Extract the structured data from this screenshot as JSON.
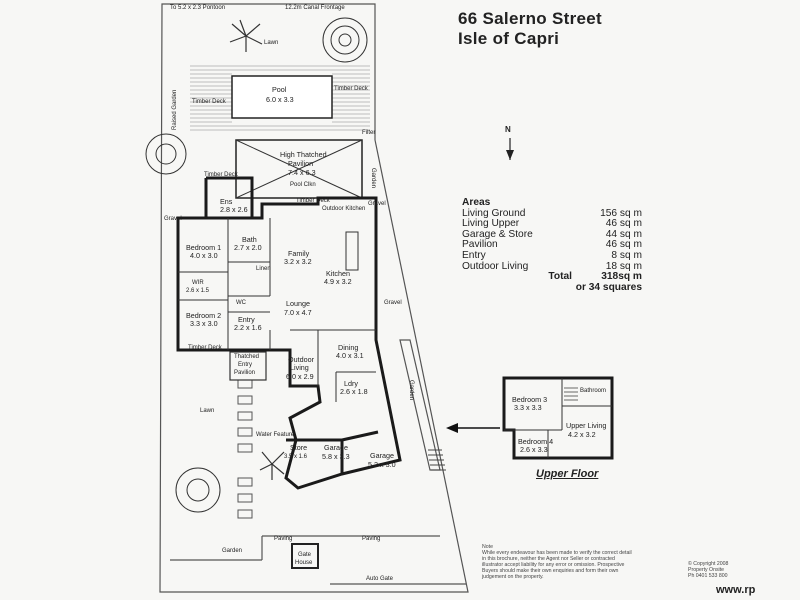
{
  "title": {
    "line1": "66 Salerno Street",
    "line2": "Isle of Capri"
  },
  "compass": {
    "label": "N"
  },
  "areas": {
    "heading": "Areas",
    "rows": [
      {
        "name": "Living Ground",
        "value": "156 sq m"
      },
      {
        "name": "Living Upper",
        "value": "46 sq m"
      },
      {
        "name": "Garage & Store",
        "value": "44 sq m"
      },
      {
        "name": "Pavilion",
        "value": "46 sq m"
      },
      {
        "name": "Entry",
        "value": "8 sq m"
      },
      {
        "name": "Outdoor Living",
        "value": "18 sq m"
      }
    ],
    "total_label": "Total",
    "total_value": "318sq m",
    "squares": "or 34 squares"
  },
  "site": {
    "pontoon": "To 5.2 x 2.3 Pontoon",
    "canal": "12.2m Canal Frontage",
    "lawn_top": "Lawn",
    "lawn_bottom": "Lawn",
    "pool_name": "Pool",
    "pool_size": "6.0 x 3.3",
    "timber_deck_left": "Timber Deck",
    "timber_deck_right": "Timber Deck",
    "timber_deck_mid": "Timber Deck",
    "timber_deck_bottom": "Timber Deck",
    "timber_deck_center": "Timber Deck",
    "raised_garden": "Raised Garden",
    "filter": "Filter",
    "garden_right": "Garden",
    "garden_side": "Garden",
    "garden_bottom": "Garden",
    "gravel_left": "Gravel",
    "gravel_right": "Gravel",
    "gravel_top": "Gravel",
    "paving_left": "Paving",
    "paving_right": "Paving",
    "water_feature": "Water Feature",
    "auto_gate": "Auto Gate",
    "outdoor_kitchen": "Outdoor Kitchen",
    "pavilion_name": "High Thatched",
    "pavilion_name2": "Pavilion",
    "pavilion_size": "7.4 x 6.3",
    "pavilion_note": "Pool Clkn"
  },
  "rooms": {
    "ens": {
      "name": "Ens",
      "size": "2.8 x 2.6"
    },
    "bed1": {
      "name": "Bedroom 1",
      "size": "4.0 x 3.0"
    },
    "bath": {
      "name": "Bath",
      "size": "2.7 x 2.0"
    },
    "linen": "Linen",
    "wir": {
      "name": "WIR",
      "size": "2.6 x 1.5"
    },
    "bed2": {
      "name": "Bedroom 2",
      "size": "3.3 x 3.0"
    },
    "wc": "WC",
    "entry": {
      "name": "Entry",
      "size": "2.2 x 1.6"
    },
    "family": {
      "name": "Family",
      "size": "3.2 x 3.2"
    },
    "kitchen": {
      "name": "Kitchen",
      "size": "4.9 x 3.2"
    },
    "lounge": {
      "name": "Lounge",
      "size": "7.0 x 4.7"
    },
    "dining": {
      "name": "Dining",
      "size": "4.0 x 3.1"
    },
    "outdoor": {
      "name1": "Outdoor",
      "name2": "Living",
      "size": "6.0 x 2.9"
    },
    "ldry": {
      "name": "Ldry",
      "size": "2.6 x 1.8"
    },
    "entry_pav": {
      "name1": "Thatched",
      "name2": "Entry",
      "name3": "Pavilion"
    },
    "store": {
      "name": "Store",
      "size": "3.5 x 1.6"
    },
    "garage1": {
      "name": "Garage",
      "size": "5.8 x 3.3"
    },
    "garage2": {
      "name": "Garage",
      "size": "5.2 x 3.0"
    },
    "gate_house": {
      "name1": "Gate",
      "name2": "House"
    }
  },
  "upper": {
    "label": "Upper Floor",
    "bed3": {
      "name": "Bedroom 3",
      "size": "3.3 x 3.3"
    },
    "bed4": {
      "name": "Bedroom 4",
      "size": "2.6 x 3.3"
    },
    "upper_living": {
      "name": "Upper Living",
      "size": "4.2 x 3.2"
    },
    "bathroom": "Bathroom"
  },
  "note": "Note\nWhile every endeavour has been made to verify the correct detail in this brochure, neither the Agent nor Seller or contracted illustrator accept liability for any error or omission. Prospective Buyers should make their own enquiries and form their own judgement on the property.",
  "copyright": "© Copyright 2008\nProperty Onsite\nPh 0401 533 800",
  "watermark": "www.rp"
}
